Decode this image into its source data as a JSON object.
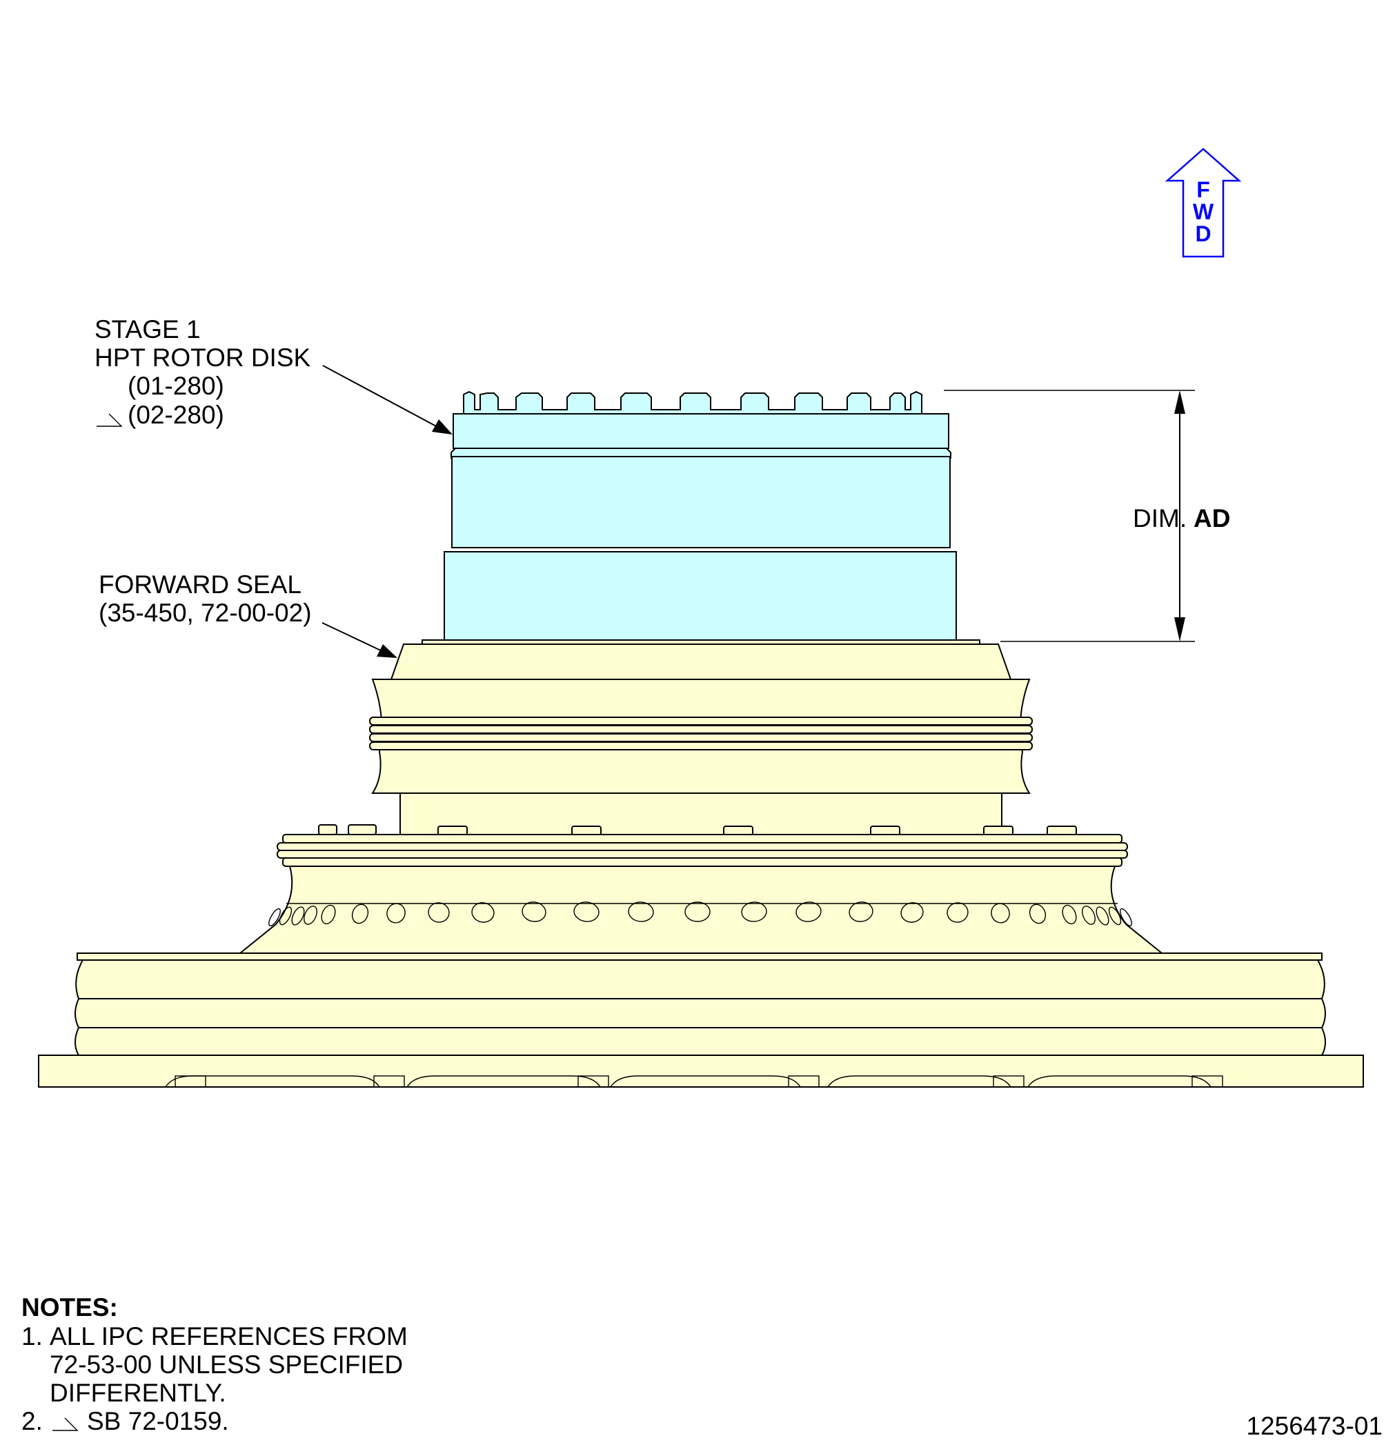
{
  "fwd_arrow": {
    "letters": [
      "F",
      "W",
      "D"
    ],
    "color": "#0000ff"
  },
  "callouts": {
    "hpt_disk": {
      "lines": [
        "STAGE 1",
        "HPT ROTOR DISK",
        "(01-280)",
        "(02-280)"
      ],
      "sb_marker": "sb-triangle-icon"
    },
    "forward_seal": {
      "lines": [
        "FORWARD SEAL",
        "(35-450, 72-00-02)"
      ]
    }
  },
  "dimension": {
    "prefix": "DIM.",
    "name": "AD"
  },
  "notes": {
    "heading": "NOTES:",
    "items": [
      {
        "number": "1.",
        "lines": [
          "ALL IPC REFERENCES FROM",
          "72-53-00 UNLESS SPECIFIED",
          "DIFFERENTLY."
        ]
      },
      {
        "number": "2.",
        "text": "SB 72-0159."
      }
    ]
  },
  "figure_id": "1256473-01",
  "colors": {
    "disk_fill": "#ccfeff",
    "seal_fill": "#fffed2",
    "outline": "#000000"
  }
}
